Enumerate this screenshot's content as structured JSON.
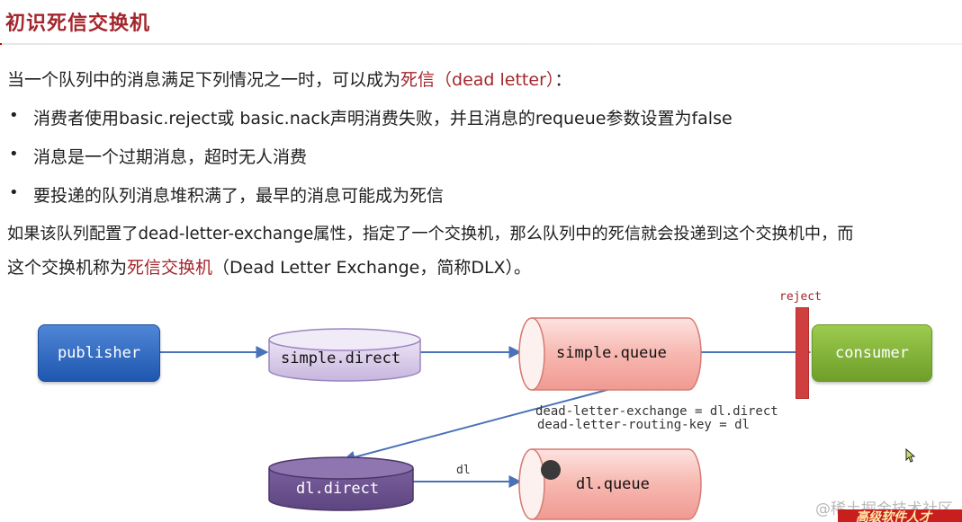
{
  "title": "初识死信交换机",
  "intro": {
    "prefix": "当一个队列中的消息满足下列情况之一时，可以成为",
    "highlight": "死信（dead letter）",
    "suffix": "："
  },
  "bullets": [
    "消费者使用basic.reject或 basic.nack声明消费失败，并且消息的requeue参数设置为false",
    "消息是一个过期消息，超时无人消费",
    "要投递的队列消息堆积满了，最早的消息可能成为死信"
  ],
  "para": {
    "line1": "如果该队列配置了dead-letter-exchange属性，指定了一个交换机，那么队列中的死信就会投递到这个交换机中，而",
    "line2_prefix": "这个交换机称为",
    "line2_highlight": "死信交换机",
    "line2_suffix": "（Dead Letter Exchange，简称DLX）。"
  },
  "diagram": {
    "publisher": "publisher",
    "simple_direct": "simple.direct",
    "simple_queue": "simple.queue",
    "consumer": "consumer",
    "reject": "reject",
    "dlx_config_line1": "dead-letter-exchange = dl.direct",
    "dlx_config_line2": "dead-letter-routing-key = dl",
    "dl_direct": "dl.direct",
    "dl_label": "dl",
    "dl_queue": "dl.queue"
  },
  "watermark": "@稀土掘金技术社区",
  "banner": "高级软件人才"
}
